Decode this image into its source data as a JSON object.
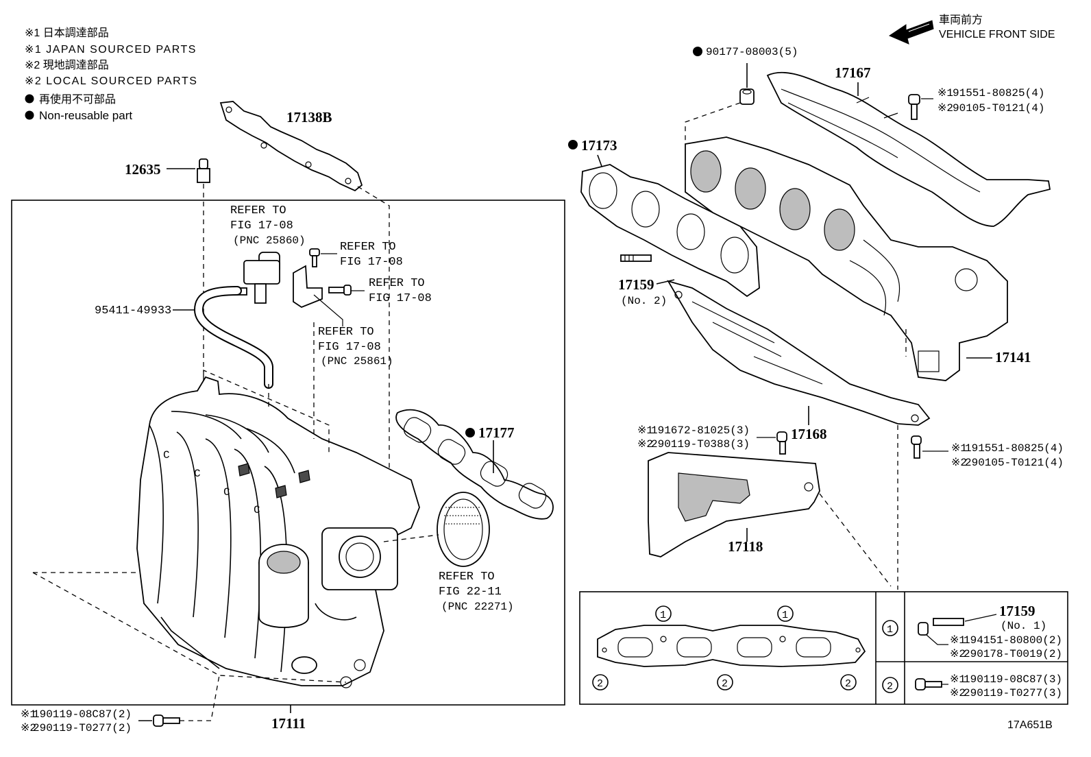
{
  "legend": {
    "line1": "※1 日本調達部品",
    "line2": "※1 JAPAN SOURCED PARTS",
    "line3": "※2 現地調達部品",
    "line4": "※2 LOCAL SOURCED PARTS",
    "line5": "再使用不可部品",
    "line6": "Non-reusable part"
  },
  "vehicle_front": {
    "jp": "車両前方",
    "en": "VEHICLE FRONT SIDE"
  },
  "figure_id": "17A651B",
  "callouts": {
    "p17138B": "17138B",
    "p12635": "12635",
    "p95411": "95411-49933",
    "p17111": "17111",
    "p17177": "17177",
    "p17173": "17173",
    "p17167": "17167",
    "p17159_no2": "17159",
    "p17159_no2_sub": "(No. 2)",
    "p17141": "17141",
    "p17168": "17168",
    "p17118": "17118",
    "p90177": "90177-08003(5)",
    "p91551_top_1": "91551-80825(4)",
    "p90105_top_2": "90105-T0121(4)",
    "p91672": "191672-81025(3)",
    "p90119_t0388": "290119-T0388(3)",
    "p91551_mid_1": "191551-80825(4)",
    "p90105_mid_2": "290105-T0121(4)",
    "p90119_08c87_bl": "190119-08C87(2)",
    "p90119_t0277_bl": "290119-T0277(2)",
    "inset_17159": "17159",
    "inset_17159_sub": "(No. 1)",
    "inset_94151": "194151-80800(2)",
    "inset_90178": "290178-T0019(2)",
    "inset_90119_08c87": "190119-08C87(3)",
    "inset_90119_t0277": "290119-T0277(3)"
  },
  "refer": {
    "r1_a": "REFER TO",
    "r1_b": "FIG 17-08",
    "r1_c": "(PNC 25860)",
    "r2_a": "REFER TO",
    "r2_b": "FIG 17-08",
    "r3_a": "REFER TO",
    "r3_b": "FIG 17-08",
    "r4_a": "REFER TO",
    "r4_b": "FIG 17-08",
    "r4_c": "(PNC 25861)",
    "r5_a": "REFER TO",
    "r5_b": "FIG 22-11",
    "r5_c": "(PNC 22271)"
  },
  "symbols": {
    "kome1": "※1",
    "kome2": "※2",
    "circ1": "1",
    "circ2": "2"
  }
}
